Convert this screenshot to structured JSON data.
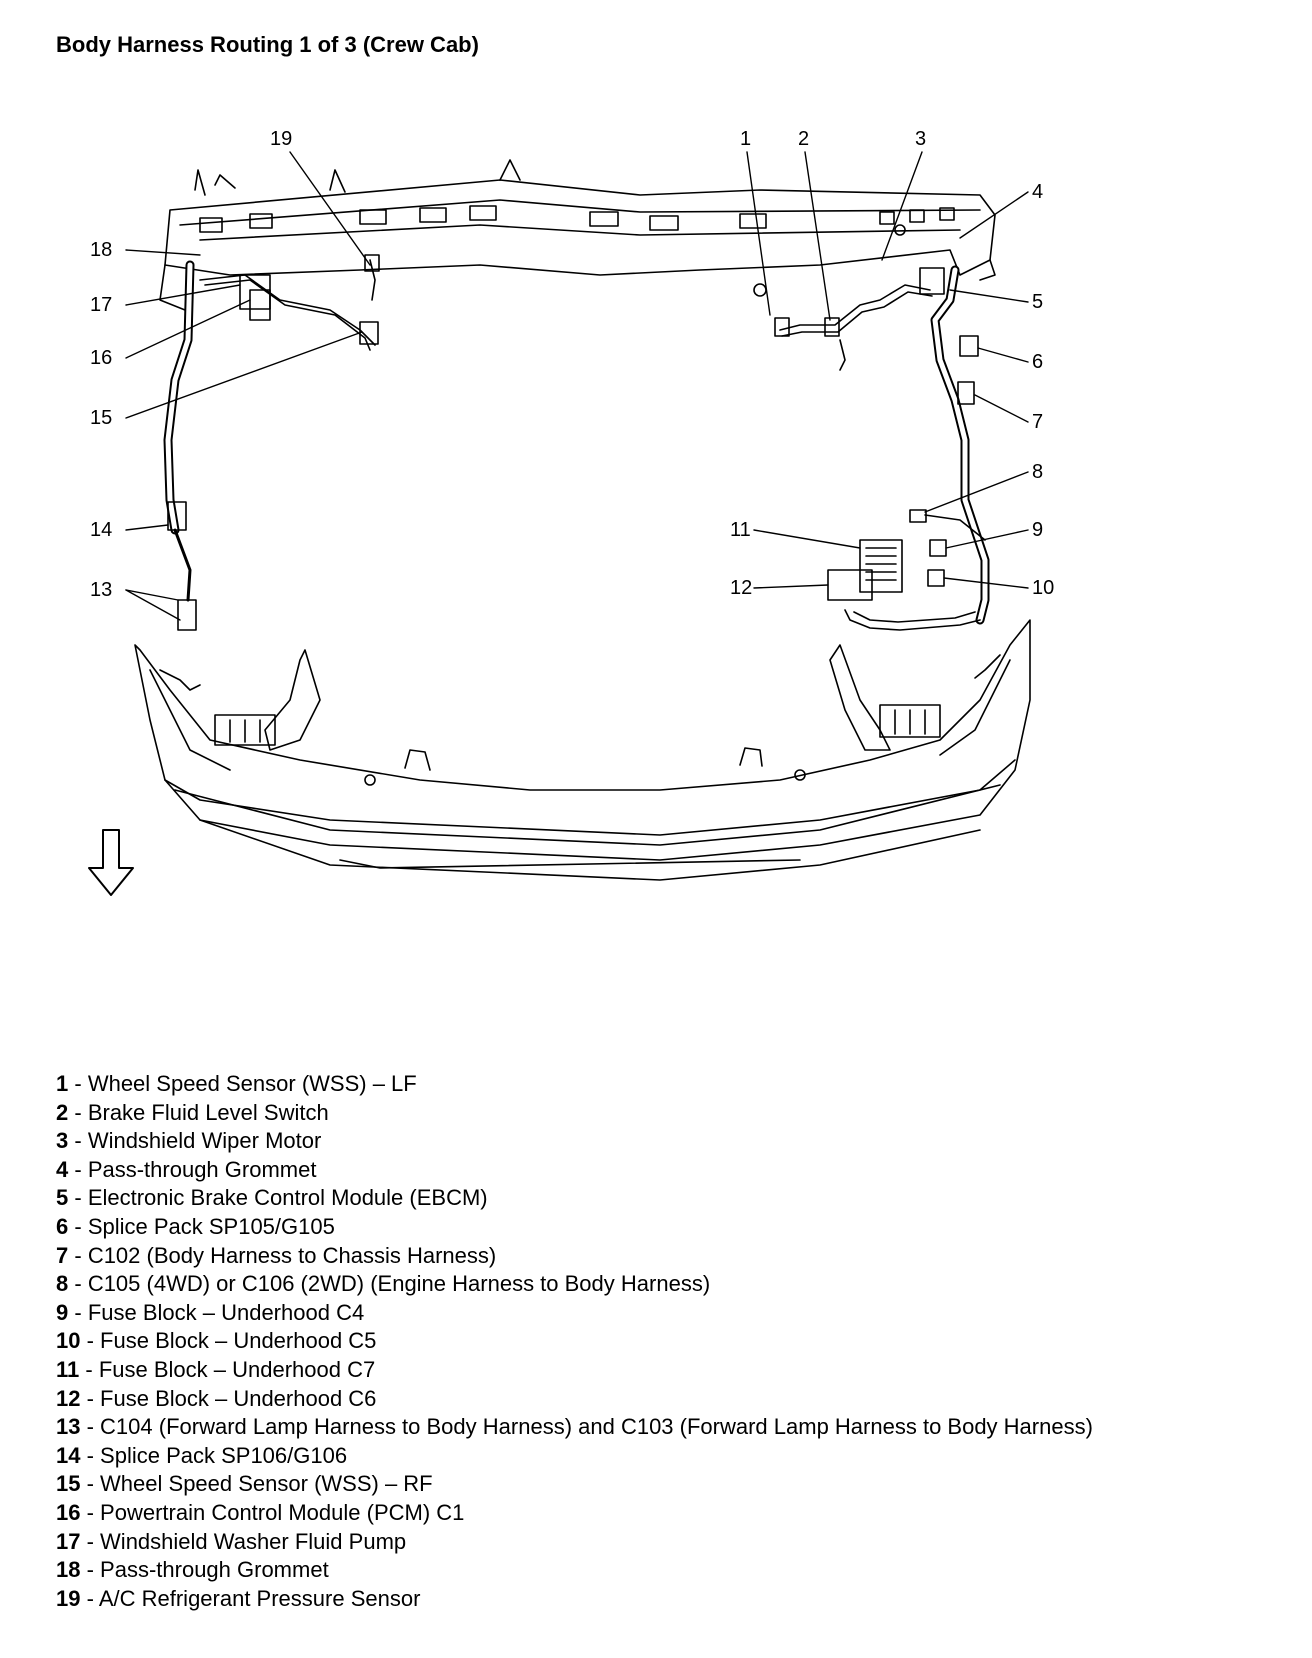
{
  "title": "Body Harness Routing 1 of 3 (Crew Cab)",
  "callouts": [
    "1",
    "2",
    "3",
    "4",
    "5",
    "6",
    "7",
    "8",
    "9",
    "10",
    "11",
    "12",
    "13",
    "14",
    "15",
    "16",
    "17",
    "18",
    "19"
  ],
  "legend": [
    {
      "num": "1",
      "sep": " - ",
      "text": "Wheel Speed Sensor (WSS) – LF"
    },
    {
      "num": "2",
      "sep": " - ",
      "text": "Brake Fluid Level Switch"
    },
    {
      "num": "3",
      "sep": " - ",
      "text": "Windshield Wiper Motor"
    },
    {
      "num": "4",
      "sep": " - ",
      "text": "Pass-through Grommet"
    },
    {
      "num": "5",
      "sep": " - ",
      "text": "Electronic Brake Control Module (EBCM)"
    },
    {
      "num": "6",
      "sep": " - ",
      "text": "Splice Pack SP105/G105"
    },
    {
      "num": "7",
      "sep": " - ",
      "text": "C102 (Body Harness to Chassis Harness)"
    },
    {
      "num": "8",
      "sep": " - ",
      "text": "C105 (4WD) or C106 (2WD) (Engine Harness to Body Harness)"
    },
    {
      "num": "9",
      "sep": " - ",
      "text": "Fuse Block – Underhood C4"
    },
    {
      "num": "10",
      "sep": " - ",
      "text": "Fuse Block – Underhood C5"
    },
    {
      "num": "11",
      "sep": " - ",
      "text": "Fuse Block – Underhood C7"
    },
    {
      "num": "12",
      "sep": " - ",
      "text": "Fuse Block – Underhood C6"
    },
    {
      "num": "13",
      "sep": " - ",
      "text": "C104 (Forward Lamp Harness to Body Harness) and C103 (Forward Lamp Harness to Body Harness)"
    },
    {
      "num": "14",
      "sep": " - ",
      "text": "Splice Pack SP106/G106"
    },
    {
      "num": "15",
      "sep": " - ",
      "text": "Wheel Speed Sensor (WSS) – RF"
    },
    {
      "num": "16",
      "sep": " - ",
      "text": "Powertrain Control Module (PCM) C1"
    },
    {
      "num": "17",
      "sep": " - ",
      "text": "Windshield Washer Fluid Pump"
    },
    {
      "num": "18",
      "sep": " - ",
      "text": "Pass-through Grommet"
    },
    {
      "num": "19",
      "sep": " - ",
      "text": "A/C Refrigerant Pressure Sensor"
    }
  ]
}
